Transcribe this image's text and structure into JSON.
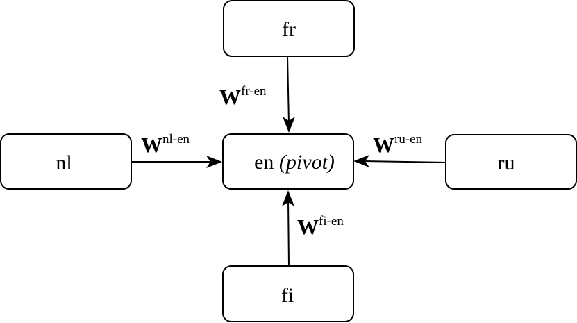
{
  "nodes": {
    "fr": {
      "label": "fr"
    },
    "nl": {
      "label": "nl"
    },
    "en": {
      "label": "en ",
      "label_italic": "(pivot)"
    },
    "ru": {
      "label": "ru"
    },
    "fi": {
      "label": "fi"
    }
  },
  "edges": {
    "fr_en": {
      "symbol": "W",
      "superscript": "fr-en"
    },
    "nl_en": {
      "symbol": "W",
      "superscript": "nl-en"
    },
    "ru_en": {
      "symbol": "W",
      "superscript": "ru-en"
    },
    "fi_en": {
      "symbol": "W",
      "superscript": "fi-en"
    }
  }
}
